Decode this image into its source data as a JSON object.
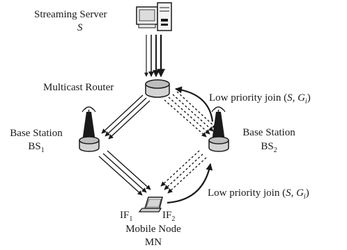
{
  "server": {
    "title": "Streaming Server",
    "symbol": "S"
  },
  "router": {
    "title": "Multicast Router"
  },
  "bs1": {
    "title": "Base Station",
    "id_base": "BS",
    "id_sub": "1"
  },
  "bs2": {
    "title": "Base Station",
    "id_base": "BS",
    "id_sub": "2"
  },
  "join_top": {
    "prefix": "Low priority join (",
    "s": "S",
    "sep": ", ",
    "g": "G",
    "g_sub": "i",
    "suffix": ")"
  },
  "join_bottom": {
    "prefix": "Low priority join (",
    "s": "S",
    "sep": ", ",
    "g": "G",
    "g_sub": "i",
    "suffix": ")"
  },
  "mobile": {
    "if1_base": "IF",
    "if1_sub": "1",
    "if2_base": "IF",
    "if2_sub": "2",
    "title": "Mobile Node",
    "abbr": "MN"
  }
}
